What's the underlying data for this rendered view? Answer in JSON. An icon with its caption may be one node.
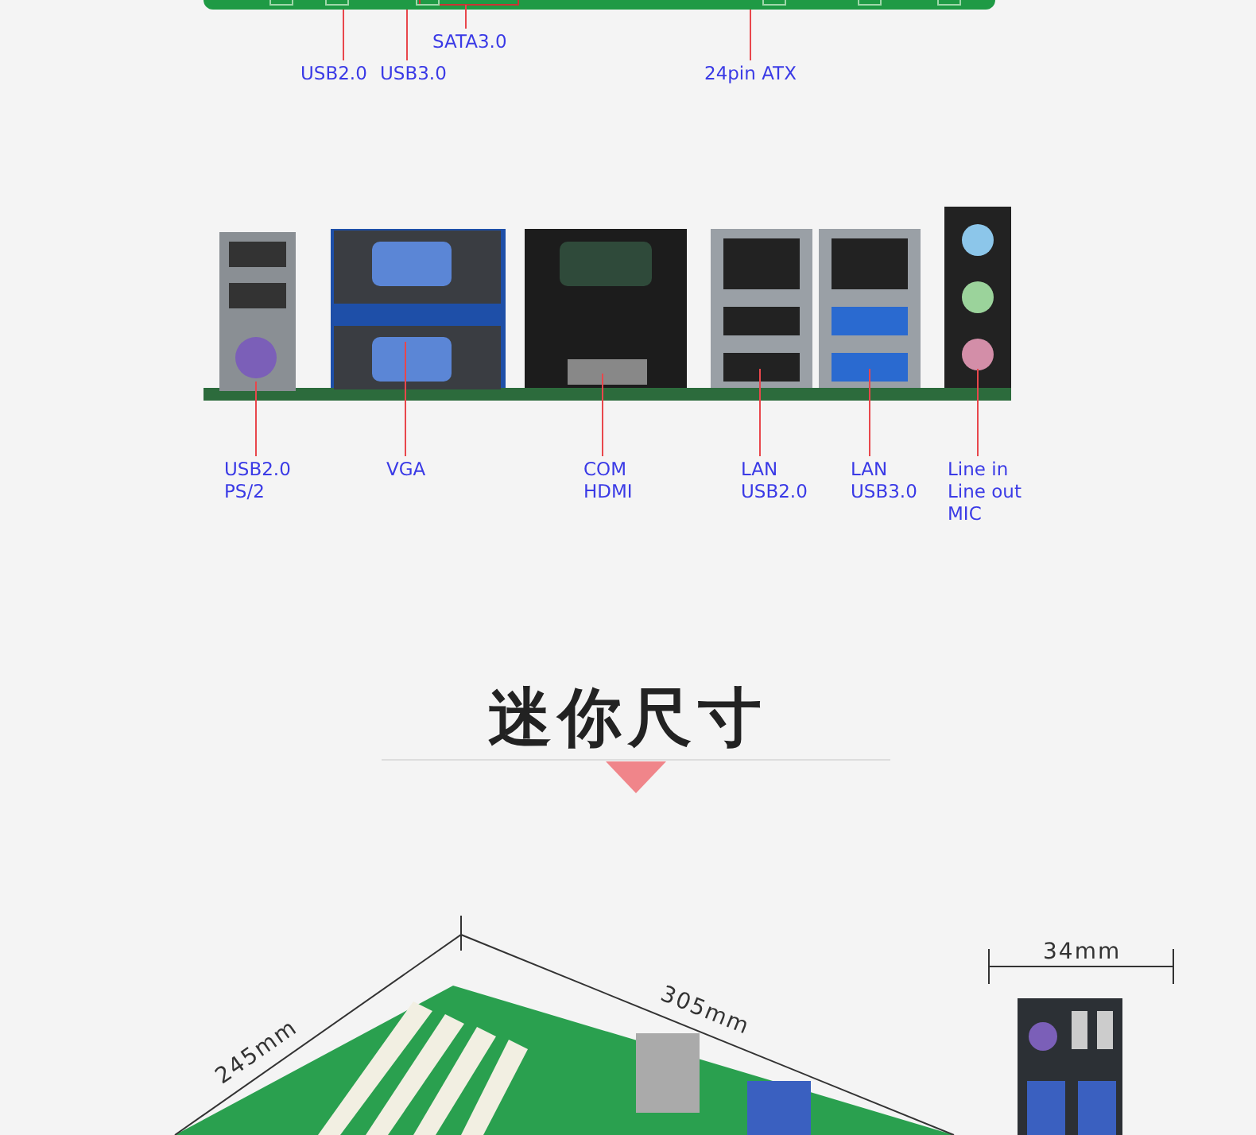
{
  "diagram": {
    "title": "迷你尺寸",
    "nodes": [
      {
        "text": [
          "USB2.0"
        ]
      },
      {
        "text": [
          "USB3.0"
        ]
      },
      {
        "text": [
          "SATA3.0"
        ]
      },
      {
        "text": [
          "24pin ATX"
        ]
      },
      {
        "text": [
          "USB2.0",
          "PS/2"
        ]
      },
      {
        "text": [
          "VGA"
        ]
      },
      {
        "text": [
          "COM",
          "HDMI"
        ]
      },
      {
        "text": [
          "LAN",
          "USB2.0"
        ]
      },
      {
        "text": [
          "LAN",
          "USB3.0"
        ]
      },
      {
        "text": [
          "Line in",
          "Line out",
          "MIC"
        ]
      }
    ],
    "edges": [
      {
        "from": 0,
        "to": null,
        "arrow": "none"
      },
      {
        "from": 1,
        "to": null,
        "arrow": "none"
      },
      {
        "from": 2,
        "to": null,
        "arrow": "none"
      },
      {
        "from": 3,
        "to": null,
        "arrow": "none"
      },
      {
        "from": 4,
        "to": null,
        "arrow": "none"
      },
      {
        "from": 5,
        "to": null,
        "arrow": "none"
      },
      {
        "from": 6,
        "to": null,
        "arrow": "none"
      },
      {
        "from": 7,
        "to": null,
        "arrow": "none"
      },
      {
        "from": 8,
        "to": null,
        "arrow": "none"
      },
      {
        "from": 9,
        "to": null,
        "arrow": "none"
      }
    ],
    "labels": [
      "245mm",
      "305mm",
      "34mm"
    ]
  }
}
